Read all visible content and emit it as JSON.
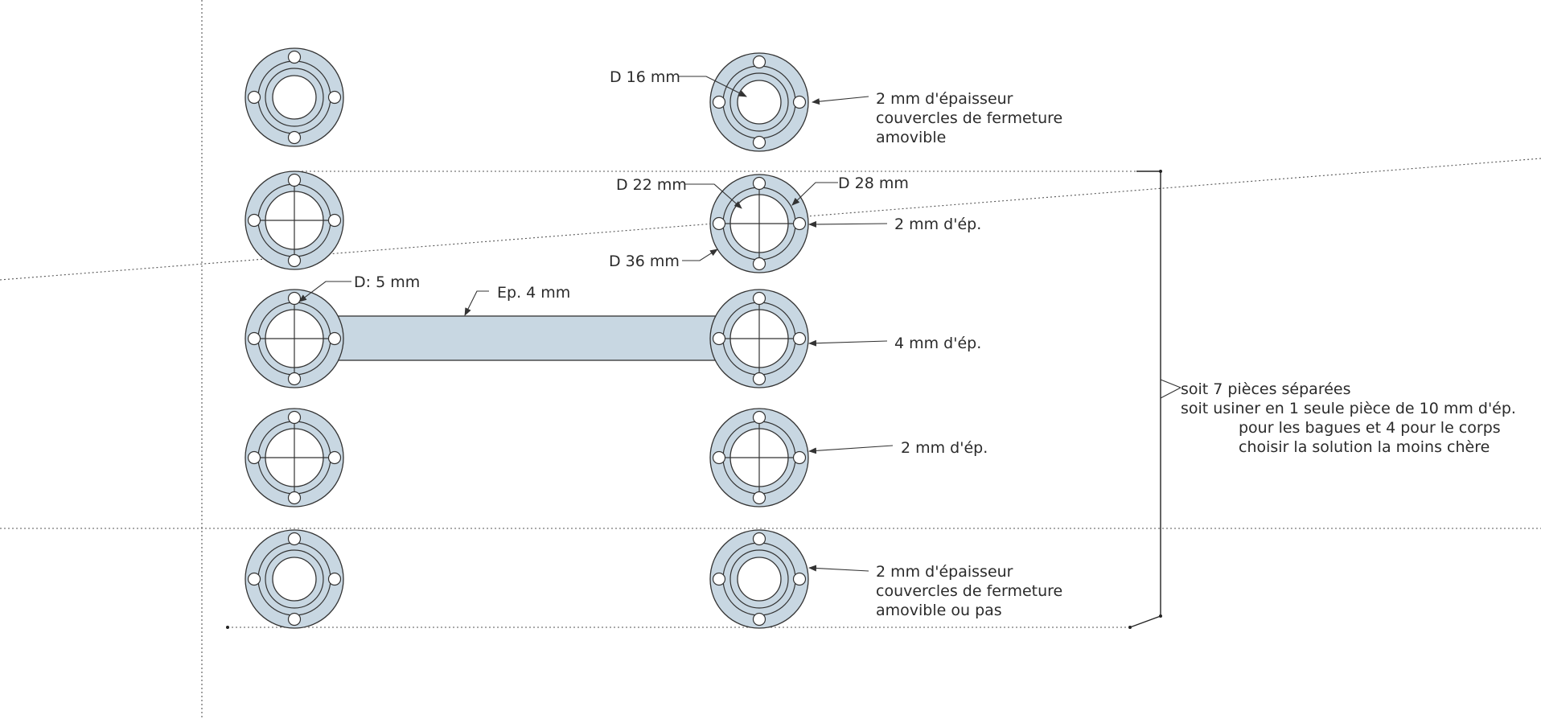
{
  "labels": {
    "d16": "D 16 mm",
    "d22": "D 22 mm",
    "d28": "D 28 mm",
    "d36": "D 36 mm",
    "d5": "D: 5 mm",
    "ep4": "Ep. 4 mm",
    "top_cover": [
      "2 mm d'épaisseur",
      "couvercles de fermeture",
      "amovible"
    ],
    "row2_thick": "2 mm d'ép.",
    "row3_thick": "4 mm d'ép.",
    "row4_thick": "2 mm d'ép.",
    "bottom_cover": [
      "2 mm d'épaisseur",
      "couvercles de fermeture",
      "amovible ou pas"
    ],
    "summary": [
      "soit 7 pièces séparées",
      "soit usiner en 1 seule pièce de 10 mm d'ép.",
      "pour les bagues et 4 pour le corps",
      "choisir la solution la moins chère"
    ]
  },
  "parts": [
    {
      "row": 1,
      "type": "cover",
      "inner_diameter_mm": 16
    },
    {
      "row": 2,
      "type": "ring",
      "inner_diameter_mm": 22
    },
    {
      "row": 3,
      "type": "ring-with-body",
      "inner_diameter_mm": 22
    },
    {
      "row": 4,
      "type": "ring",
      "inner_diameter_mm": 22
    },
    {
      "row": 5,
      "type": "cover",
      "inner_diameter_mm": 16
    }
  ],
  "colors": {
    "part_fill": "#c8d7e2",
    "outline": "#333333",
    "background": "#ffffff"
  }
}
